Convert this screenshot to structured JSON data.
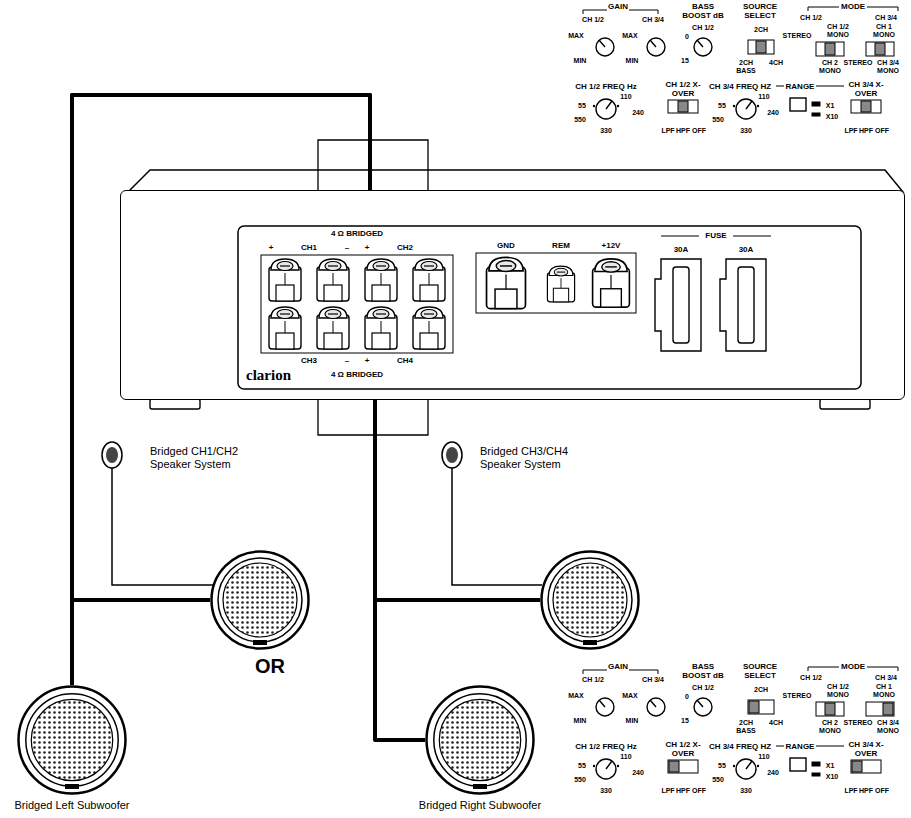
{
  "diagram": {
    "nodes": [
      {
        "text": [
          "clarion"
        ]
      },
      {
        "text": [
          "4 Ω BRIDGED",
          "+",
          "CH1",
          "–",
          "+",
          "CH2",
          "CH3",
          "–",
          "+",
          "CH4",
          "4 Ω BRIDGED"
        ],
        "in": 0
      },
      {
        "text": [
          "GND",
          "REM",
          "+12V"
        ],
        "in": 0
      },
      {
        "text": [
          "FUSE",
          "30A",
          "30A"
        ],
        "in": 0
      },
      {
        "text": [
          "Bridged CH1/CH2 Speaker System"
        ]
      },
      {
        "text": [
          "Bridged CH3/CH4 Speaker System"
        ]
      },
      {
        "text": [
          "Bridged Left Subwoofer"
        ]
      },
      {
        "text": [
          "Bridged Right Subwoofer"
        ]
      }
    ],
    "edges": [
      {
        "from": 1,
        "to": 4,
        "arrow": "none"
      },
      {
        "from": 1,
        "to": 6,
        "arrow": "none"
      },
      {
        "from": 1,
        "to": 5,
        "arrow": "none"
      },
      {
        "from": 1,
        "to": 7,
        "arrow": "none"
      }
    ],
    "labels": [
      "GAIN",
      "CH 1/2",
      "CH 3/4",
      "MAX",
      "MIN",
      "MAX",
      "MIN",
      "BASS BOOST dB",
      "CH 1/2",
      "0",
      "15",
      "SOURCE SELECT",
      "2CH",
      "2CH BASS",
      "4CH",
      "MODE",
      "CH 1/2",
      "CH 3/4",
      "STEREO",
      "CH 1/2 MONO",
      "CH 2 MONO",
      "CH 1 MONO",
      "STEREO",
      "CH 3/4 MONO",
      "CH 1/2 FREQ Hz",
      "55",
      "110",
      "240",
      "550",
      "330",
      "CH 1/2 X-OVER",
      "LPF",
      "HPF",
      "OFF",
      "CH 3/4 FREQ HZ",
      "55",
      "110",
      "240",
      "550",
      "330",
      "RANGE",
      "X1",
      "X10",
      "CH 3/4 X-OVER",
      "LPF",
      "HPF",
      "OFF",
      "GAIN",
      "CH 1/2",
      "CH 3/4",
      "MAX",
      "MIN",
      "MAX",
      "MIN",
      "BASS BOOST dB",
      "CH 1/2",
      "0",
      "15",
      "SOURCE SELECT",
      "2CH",
      "2CH BASS",
      "4CH",
      "MODE",
      "CH 1/2",
      "CH 3/4",
      "STEREO",
      "CH 1/2 MONO",
      "CH 2 MONO",
      "CH 1 MONO",
      "STEREO",
      "CH 3/4 MONO",
      "CH 1/2 FREQ Hz",
      "55",
      "110",
      "240",
      "550",
      "330",
      "CH 1/2 X-OVER",
      "LPF",
      "HPF",
      "OFF",
      "CH 3/4 FREQ HZ",
      "55",
      "110",
      "240",
      "550",
      "330",
      "RANGE",
      "X1",
      "X10",
      "CH 3/4 X-OVER",
      "LPF",
      "HPF",
      "OFF",
      "OR"
    ]
  }
}
